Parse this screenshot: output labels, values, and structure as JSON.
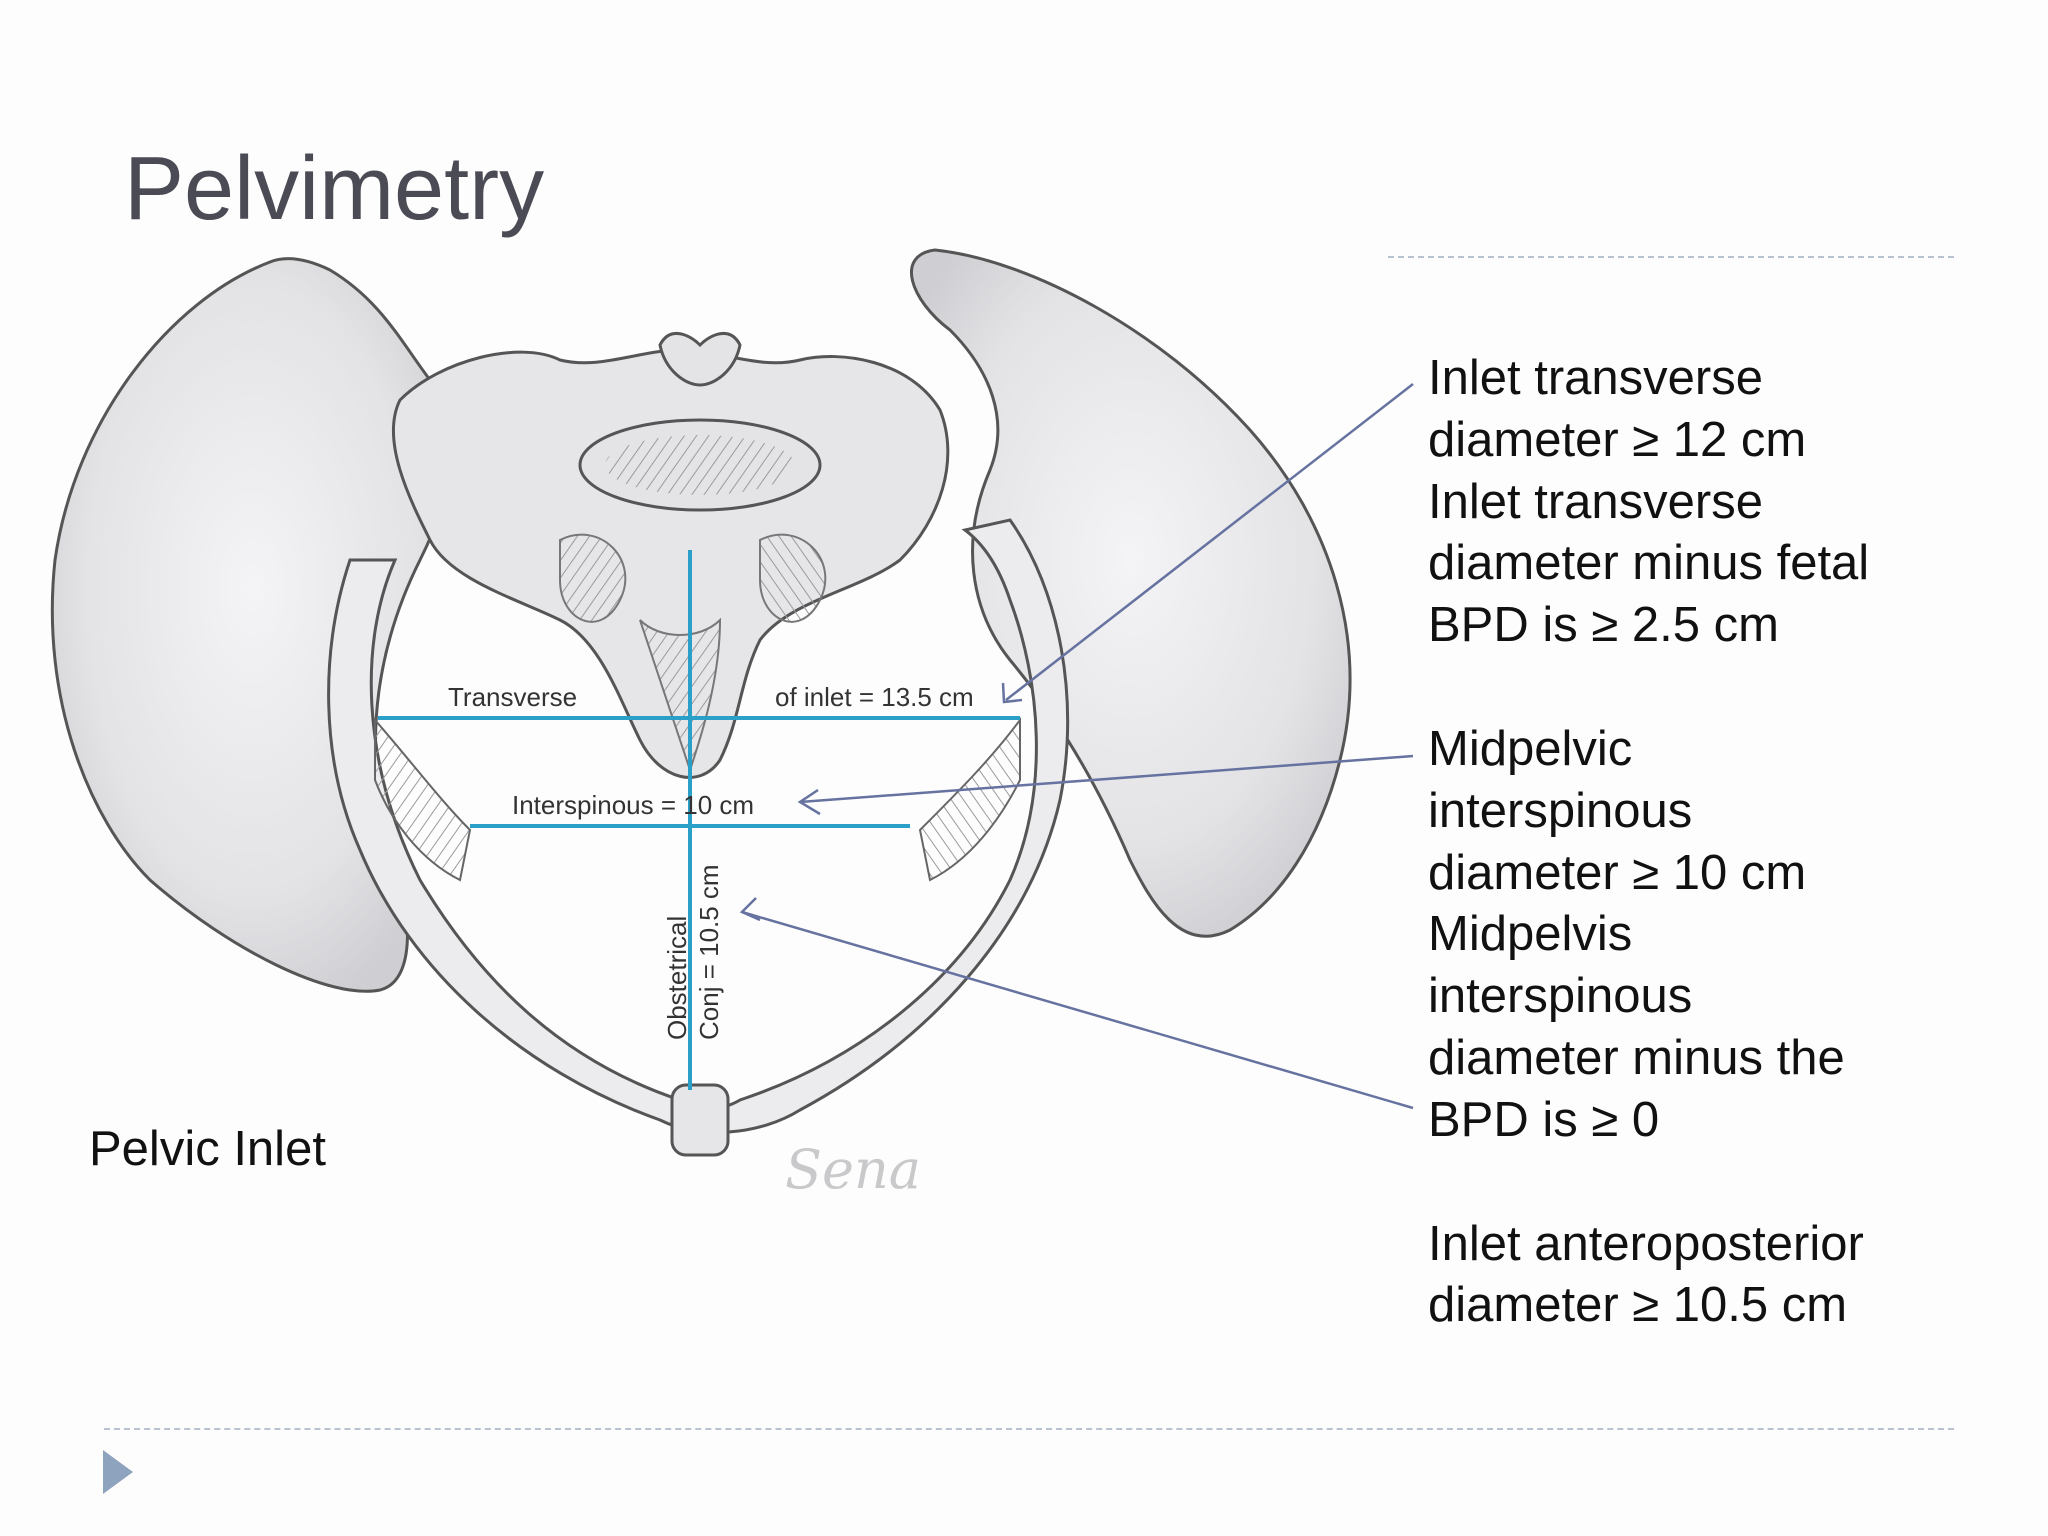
{
  "slide": {
    "title": "Pelvimetry",
    "caption": "Pelvic Inlet",
    "colors": {
      "title": "#4b4b55",
      "measure_line": "#2aa0c8",
      "leader_line": "#6673a0",
      "bone": "#e9e9ec",
      "nav_arrow": "#8ea3bd"
    },
    "icons": [
      "next-slide-arrow-icon"
    ]
  },
  "figure": {
    "transverse_left": "Transverse",
    "transverse_right": "of inlet = 13.5 cm",
    "interspinous": "Interspinous = 10 cm",
    "conj_line1": "Obstetrical",
    "conj_line2": "Conj = 10.5 cm",
    "signature": "Sena"
  },
  "notes": {
    "inlet": [
      "Inlet transverse",
      "diameter ≥ 12 cm",
      "Inlet transverse",
      "diameter minus fetal",
      "BPD is ≥ 2.5 cm"
    ],
    "midpelvic": [
      "Midpelvic",
      "interspinous",
      "diameter ≥ 10 cm",
      "Midpelvis",
      "interspinous",
      "diameter minus the",
      "BPD is ≥ 0"
    ],
    "anteroposterior": [
      "Inlet anteroposterior",
      "diameter ≥ 10.5 cm"
    ]
  }
}
